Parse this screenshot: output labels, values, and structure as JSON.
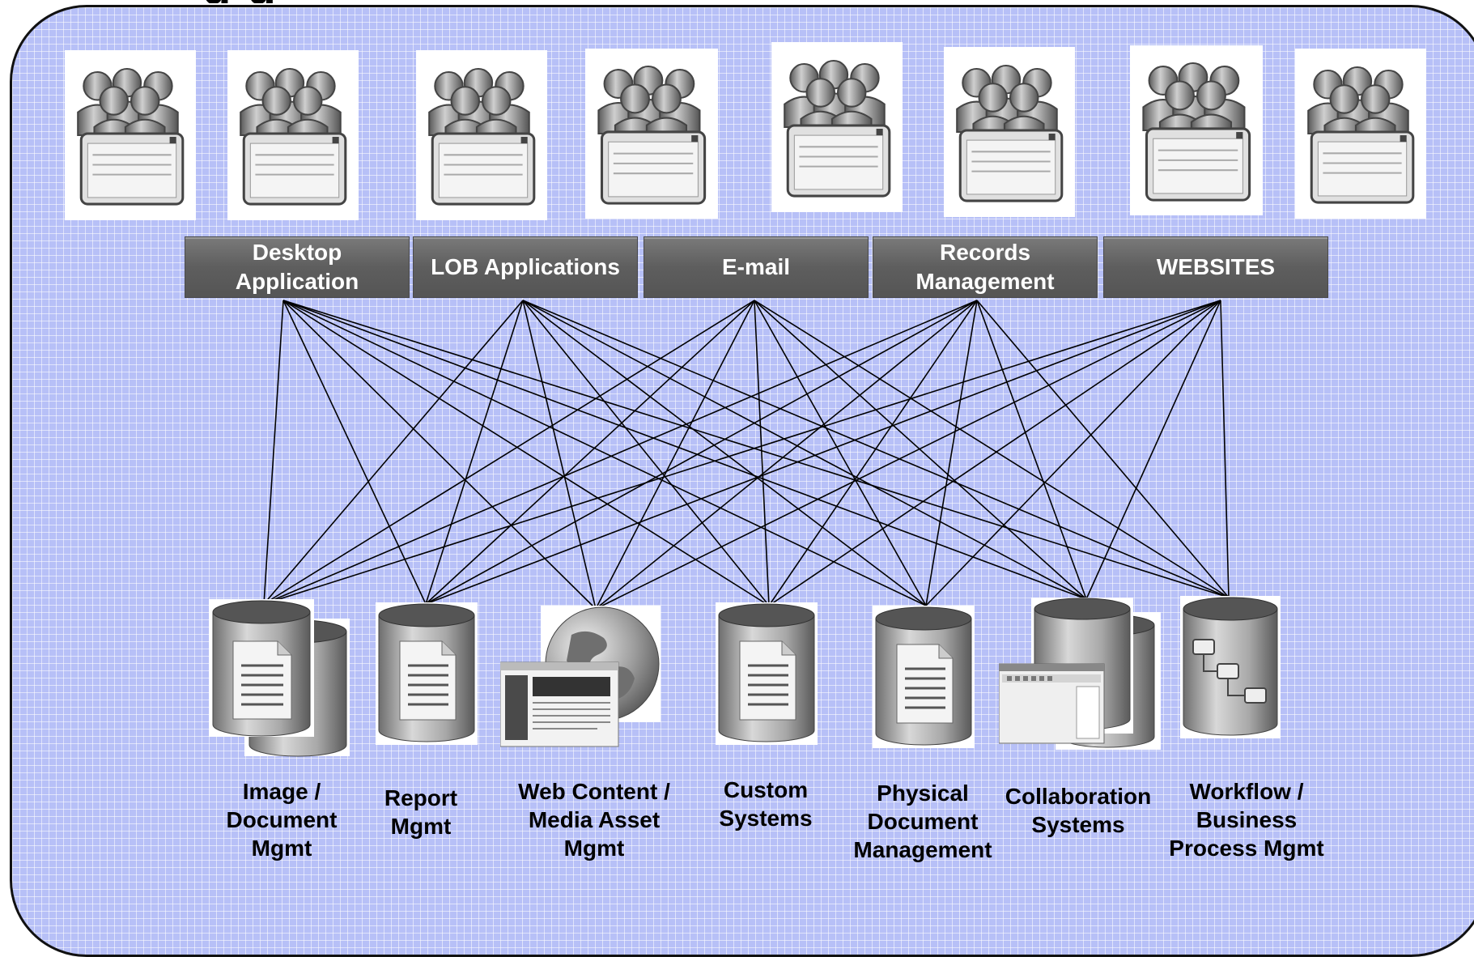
{
  "title_fragment": "g                  g",
  "bars": [
    {
      "label": "Desktop\nApplication"
    },
    {
      "label": "LOB Applications"
    },
    {
      "label": "E-mail"
    },
    {
      "label": "Records\nManagement"
    },
    {
      "label": "WEBSITES"
    }
  ],
  "user_groups": [
    {
      "icon": "users-group-icon"
    },
    {
      "icon": "users-group-icon"
    },
    {
      "icon": "users-group-icon"
    },
    {
      "icon": "users-group-icon"
    },
    {
      "icon": "users-group-icon"
    },
    {
      "icon": "users-group-icon"
    },
    {
      "icon": "users-group-icon"
    },
    {
      "icon": "users-group-icon"
    }
  ],
  "repositories": [
    {
      "label": "Image /\nDocument\nMgmt",
      "icon": "database-document-icon"
    },
    {
      "label": "Report\nMgmt",
      "icon": "database-report-icon"
    },
    {
      "label": "Web Content /\nMedia Asset\nMgmt",
      "icon": "globe-webpage-icon"
    },
    {
      "label": "Custom\nSystems",
      "icon": "database-document-icon"
    },
    {
      "label": "Physical\nDocument\nManagement",
      "icon": "database-document-icon"
    },
    {
      "label": "Collaboration\nSystems",
      "icon": "database-window-icon"
    },
    {
      "label": "Workflow /\nBusiness\nProcess Mgmt",
      "icon": "database-workflow-icon"
    }
  ],
  "colors": {
    "panel_bg": "#b7c0f7",
    "bar_bg": "#5e5e5e",
    "line": "#000000"
  }
}
